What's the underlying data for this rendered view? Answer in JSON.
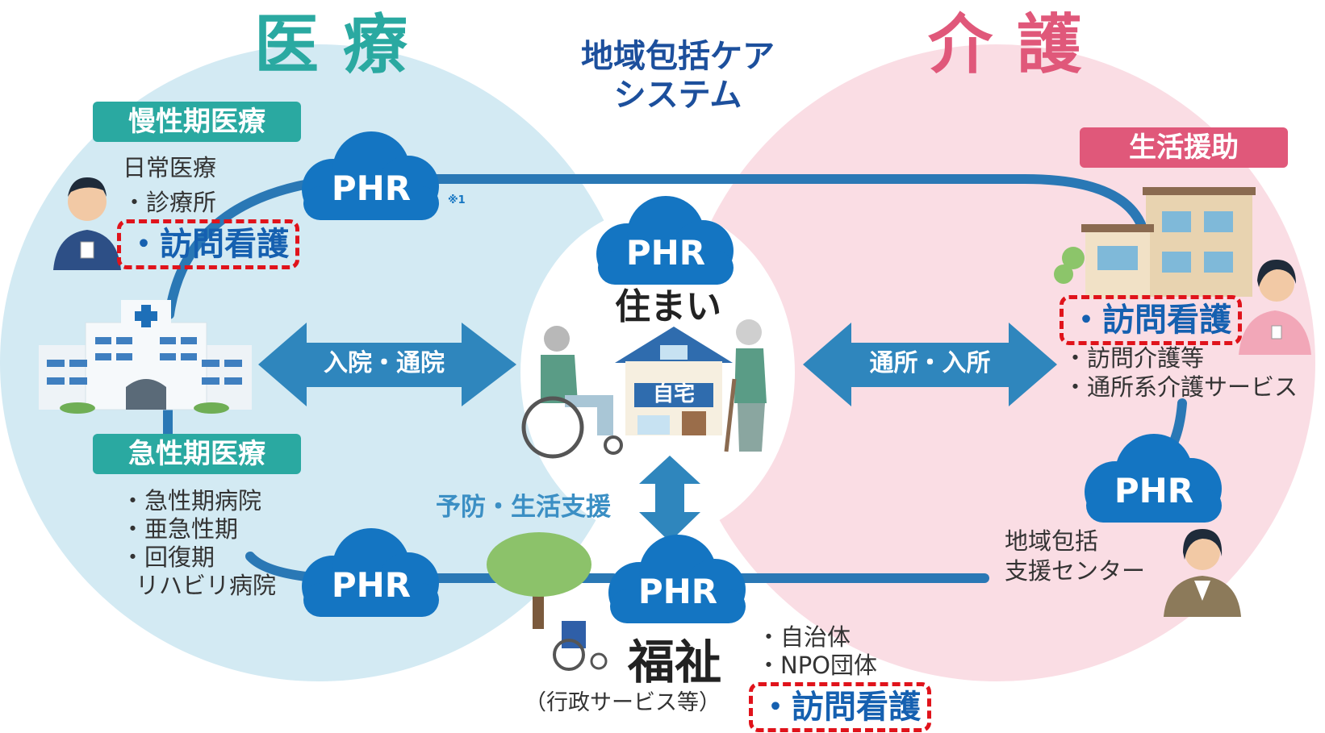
{
  "titles": {
    "medical": "医療",
    "care": "介護",
    "center_line1": "地域包括ケア",
    "center_line2": "システム"
  },
  "medical": {
    "chronic_label": "慢性期医療",
    "chronic_items": [
      "日常医療",
      "・診療所"
    ],
    "chronic_visit_nursing": "・訪問看護",
    "acute_label": "急性期医療",
    "acute_items": [
      "・急性期病院",
      "・亜急性期",
      "・回復期",
      "リハビリ病院"
    ]
  },
  "care": {
    "life_support_label": "生活援助",
    "visit_nursing": "・訪問看護",
    "items": [
      "・訪問介護等",
      "・通所系介護サービス"
    ],
    "support_center": [
      "地域包括",
      "支援センター"
    ]
  },
  "home": {
    "title": "住まい",
    "house_label": "自宅"
  },
  "welfare": {
    "title": "福祉",
    "subtitle": "（行政サービス等）",
    "items": [
      "・自治体",
      "・NPO団体"
    ],
    "visit_nursing": "・訪問看護"
  },
  "arrows": {
    "hospital": "入院・通院",
    "care_facility": "通所・入所",
    "prevention": "予防・生活支援"
  },
  "phr_label": "PHR",
  "footnote_mark": "※1",
  "colors": {
    "medical_circle": "#d3eaf3",
    "care_circle": "#fadde4",
    "medical_accent": "#2aa9a1",
    "care_accent": "#e0587a",
    "center_text": "#1c4f9c",
    "arrow": "#2f86bd",
    "phr_cloud": "#1475c2",
    "line": "#2a78b5",
    "visit_border": "#e0131b"
  }
}
